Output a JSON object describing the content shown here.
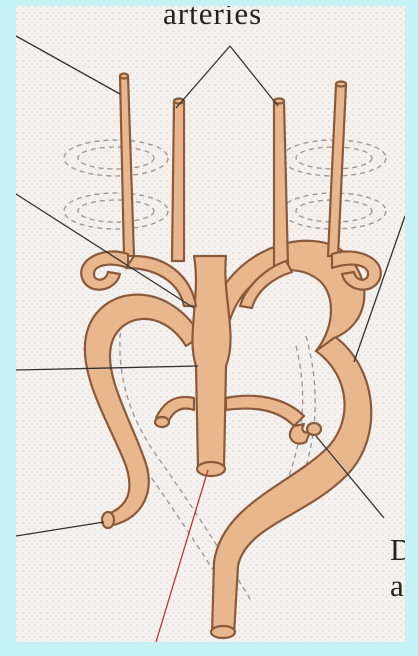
{
  "labels": {
    "arteries": "arteries",
    "right_fragment_line1": "D",
    "right_fragment_line2": "a"
  },
  "colors": {
    "frame": "#c6f2f6",
    "paper": "#f4f1ee",
    "vessel_fill": "#e9b78e",
    "vessel_stroke": "#8a5a3a",
    "leader_line": "#333333",
    "red_leader": "#b43a3a"
  }
}
